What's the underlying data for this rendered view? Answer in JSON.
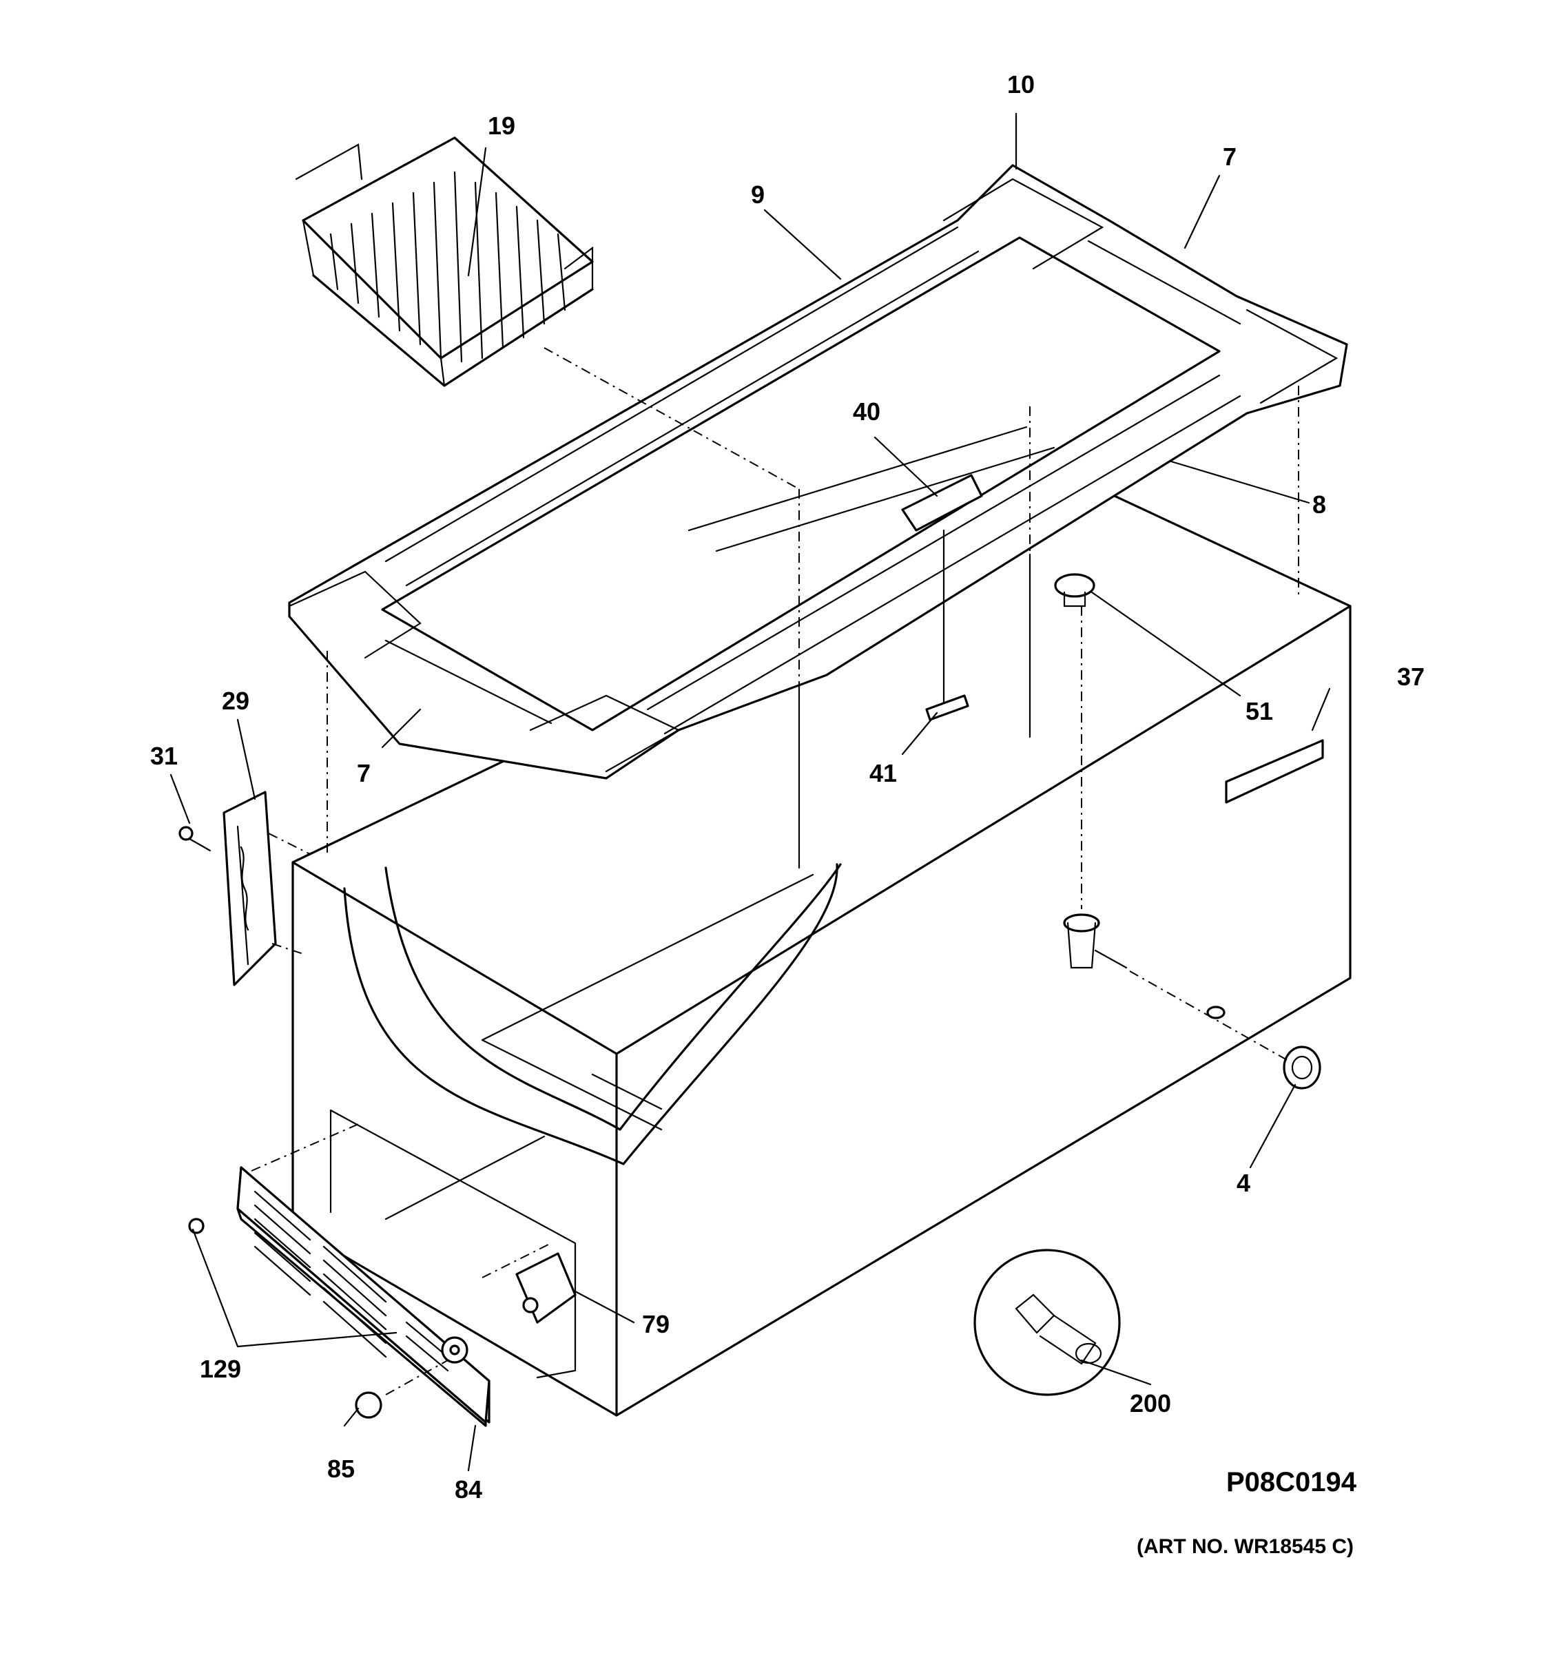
{
  "callouts": [
    {
      "id": "c10",
      "label": "10"
    },
    {
      "id": "c19",
      "label": "19"
    },
    {
      "id": "c7a",
      "label": "7"
    },
    {
      "id": "c9",
      "label": "9"
    },
    {
      "id": "c40",
      "label": "40"
    },
    {
      "id": "c8",
      "label": "8"
    },
    {
      "id": "c37",
      "label": "37"
    },
    {
      "id": "c51",
      "label": "51"
    },
    {
      "id": "c29",
      "label": "29"
    },
    {
      "id": "c31",
      "label": "31"
    },
    {
      "id": "c7b",
      "label": "7"
    },
    {
      "id": "c41",
      "label": "41"
    },
    {
      "id": "c4",
      "label": "4"
    },
    {
      "id": "c79",
      "label": "79"
    },
    {
      "id": "c129",
      "label": "129"
    },
    {
      "id": "c200",
      "label": "200"
    },
    {
      "id": "c85",
      "label": "85"
    },
    {
      "id": "c84",
      "label": "84"
    }
  ],
  "figure_id": "P08C0194",
  "art_number": "(ART NO. WR18545 C)"
}
